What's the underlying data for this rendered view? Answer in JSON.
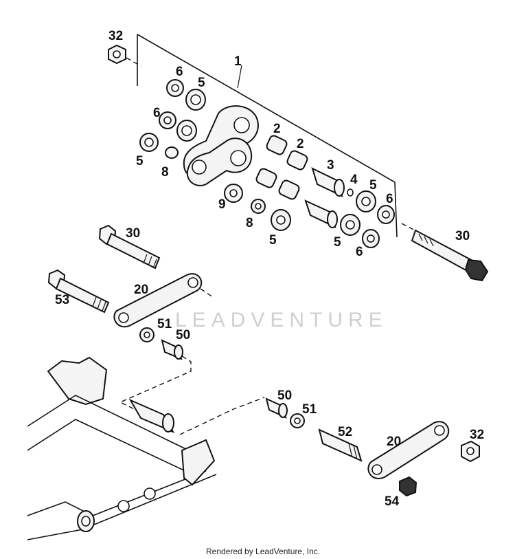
{
  "diagram": {
    "callouts": [
      {
        "id": "c32a",
        "label": "32"
      },
      {
        "id": "c1",
        "label": "1"
      },
      {
        "id": "c6a",
        "label": "6"
      },
      {
        "id": "c5a",
        "label": "5"
      },
      {
        "id": "c6b",
        "label": "6"
      },
      {
        "id": "c5b",
        "label": "5"
      },
      {
        "id": "c8a",
        "label": "8"
      },
      {
        "id": "c2a",
        "label": "2"
      },
      {
        "id": "c2b",
        "label": "2"
      },
      {
        "id": "c3",
        "label": "3"
      },
      {
        "id": "c4",
        "label": "4"
      },
      {
        "id": "c5c",
        "label": "5"
      },
      {
        "id": "c6c",
        "label": "6"
      },
      {
        "id": "c9",
        "label": "9"
      },
      {
        "id": "c8b",
        "label": "8"
      },
      {
        "id": "c5d",
        "label": "5"
      },
      {
        "id": "c5e",
        "label": "5"
      },
      {
        "id": "c6d",
        "label": "6"
      },
      {
        "id": "c30a",
        "label": "30"
      },
      {
        "id": "c30b",
        "label": "30"
      },
      {
        "id": "c20a",
        "label": "20"
      },
      {
        "id": "c53",
        "label": "53"
      },
      {
        "id": "c51a",
        "label": "51"
      },
      {
        "id": "c50a",
        "label": "50"
      },
      {
        "id": "c50b",
        "label": "50"
      },
      {
        "id": "c51b",
        "label": "51"
      },
      {
        "id": "c52",
        "label": "52"
      },
      {
        "id": "c20b",
        "label": "20"
      },
      {
        "id": "c32b",
        "label": "32"
      },
      {
        "id": "c54",
        "label": "54"
      }
    ],
    "watermark": "LEADVENTURE",
    "footer": "Rendered by LeadVenture, Inc."
  }
}
